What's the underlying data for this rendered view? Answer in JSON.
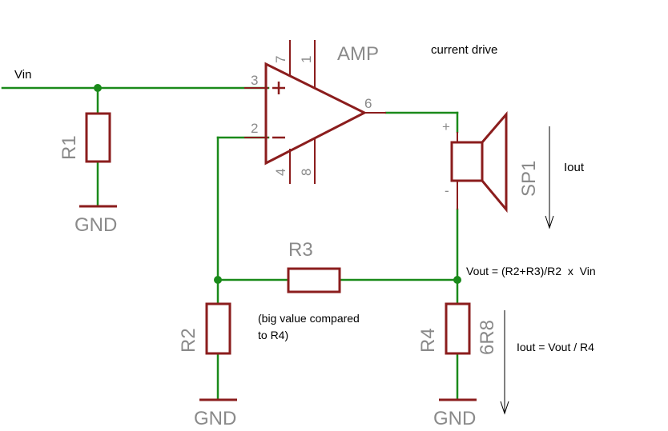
{
  "colors": {
    "wire": "#1a8a1a",
    "component": "#8b1d1d",
    "label": "#8a8a8a",
    "note": "#000000",
    "background": "#ffffff"
  },
  "net_labels": {
    "vin": "Vin",
    "gnd": "GND"
  },
  "components": {
    "amp": {
      "name": "AMP",
      "pins": {
        "noninv": "3",
        "inv": "2",
        "out": "6",
        "top_a": "7",
        "top_b": "1",
        "bottom_a": "4",
        "bottom_b": "8"
      },
      "plus_sign": "+",
      "minus_sign": "−"
    },
    "r1": {
      "name": "R1"
    },
    "r2": {
      "name": "R2"
    },
    "r3": {
      "name": "R3"
    },
    "r4": {
      "name": "R4",
      "value": "6R8"
    },
    "sp1": {
      "name": "SP1",
      "plus": "+",
      "minus": "-"
    }
  },
  "annotations": {
    "title": "current drive",
    "iout_arrow_label": "Iout",
    "vout_formula": "Vout = (R2+R3)/R2  x  Vin",
    "r3_note_line1": "(big value compared",
    "r3_note_line2": "to R4)",
    "iout_formula": "Iout = Vout / R4"
  }
}
